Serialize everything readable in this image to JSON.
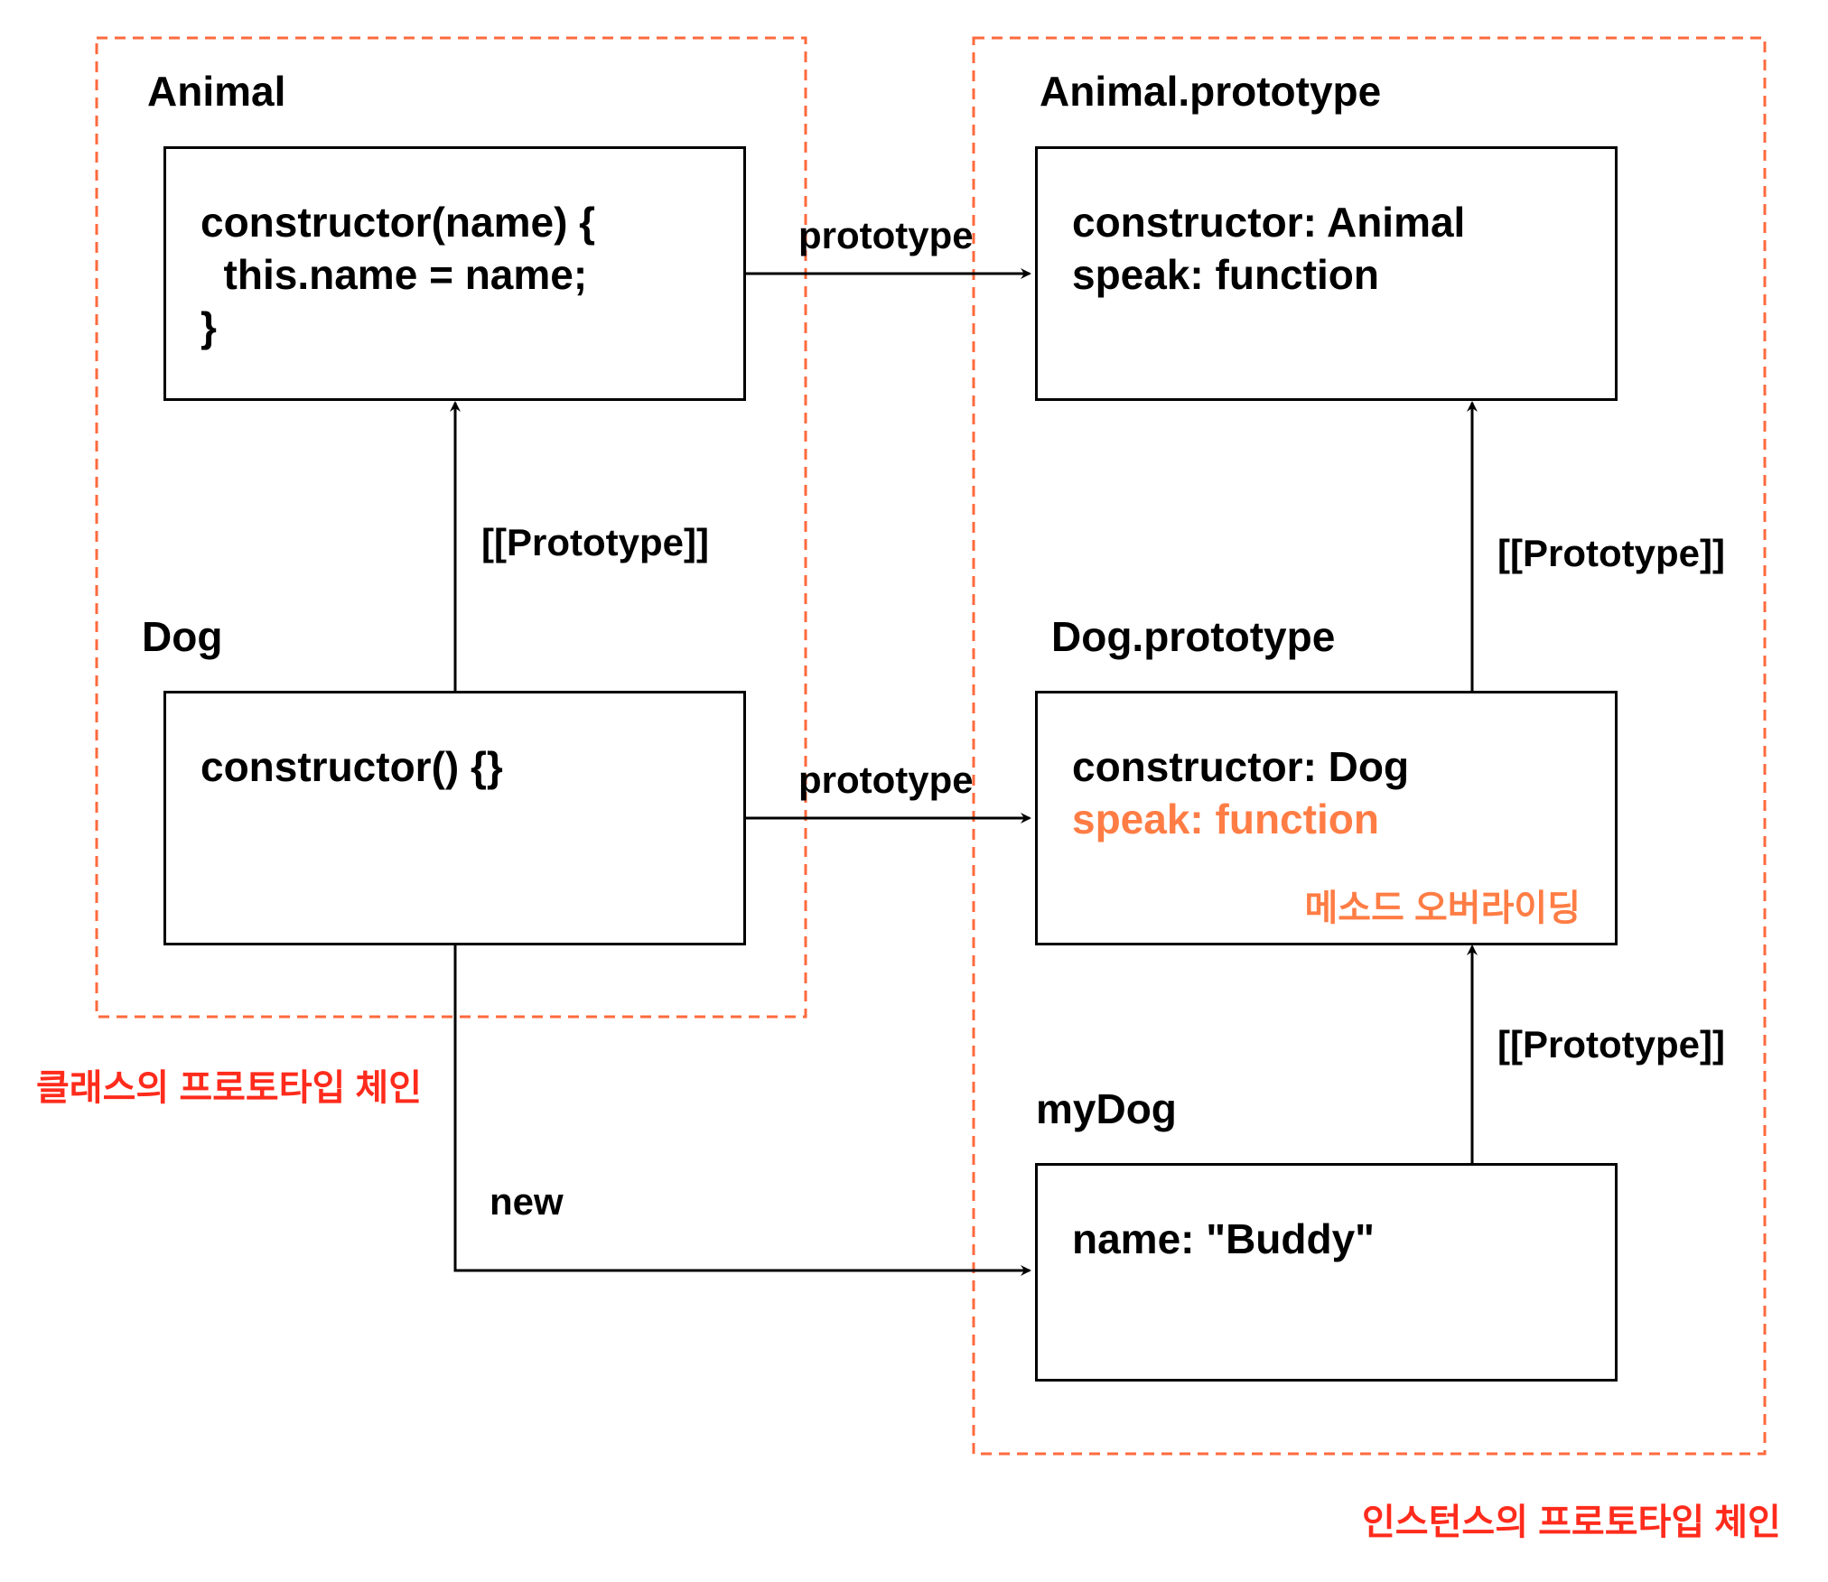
{
  "colors": {
    "group_border": "#ff6a3d",
    "chain_label": "#ff2b1c",
    "override": "#ff7d45",
    "stroke": "#000000"
  },
  "groups": {
    "class_chain_label": "클래스의 프로토타입 체인",
    "instance_chain_label": "인스턴스의 프로토타입 체인"
  },
  "nodes": {
    "animal": {
      "title": "Animal",
      "lines": [
        "constructor(name) {",
        "  this.name = name;",
        "}"
      ]
    },
    "animal_prototype": {
      "title": "Animal.prototype",
      "lines": [
        "constructor: Animal",
        "speak: function"
      ]
    },
    "dog": {
      "title": "Dog",
      "lines": [
        "constructor() {}"
      ]
    },
    "dog_prototype": {
      "title": "Dog.prototype",
      "lines": [
        "constructor: Dog"
      ],
      "override_line": "speak: function",
      "note": "메소드 오버라이딩"
    },
    "my_dog": {
      "title": "myDog",
      "lines": [
        "name: \"Buddy\""
      ]
    }
  },
  "edges": {
    "animal_to_prototype": "prototype",
    "dog_to_prototype": "prototype",
    "dog_to_animal": "[[Prototype]]",
    "dogproto_to_animalproto": "[[Prototype]]",
    "mydog_to_dogproto": "[[Prototype]]",
    "dog_new_mydog": "new"
  }
}
